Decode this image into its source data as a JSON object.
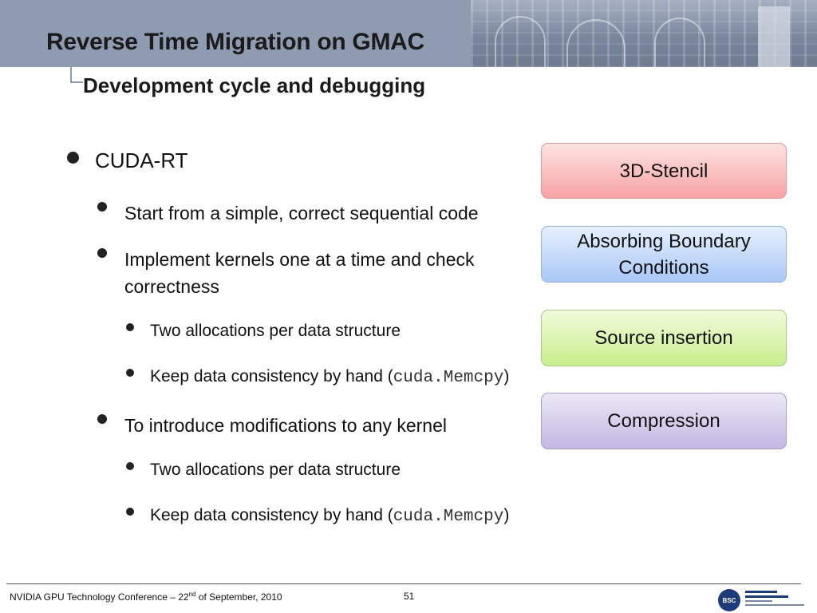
{
  "slide": {
    "title": "Reverse Time Migration on GMAC",
    "subtitle": "Development cycle and debugging"
  },
  "bullets": {
    "main": "CUDA-RT",
    "sub1": "Start from a simple, correct sequential code",
    "sub2_line1": "Implement kernels one at a time and check",
    "sub2_line2": "correctness",
    "sub2_a": "Two allocations per data structure",
    "sub2_b_prefix": "Keep data consistency by hand (",
    "sub2_b_code": "cuda.Memcpy",
    "sub2_b_suffix": ")",
    "sub3": "To introduce modifications to any kernel",
    "sub3_a": "Two allocations per data structure",
    "sub3_b_prefix": "Keep data consistency by hand (",
    "sub3_b_code": "cuda.Memcpy",
    "sub3_b_suffix": ")"
  },
  "boxes": {
    "stencil": "3D-Stencil",
    "absorbing_line1": "Absorbing Boundary",
    "absorbing_line2": "Conditions",
    "source": "Source insertion",
    "compression": "Compression"
  },
  "footer": {
    "conference_prefix": "NVIDIA GPU Technology Conference – 22",
    "conference_sup": "nd",
    "conference_suffix": " of September, 2010",
    "page_number": "51",
    "logo_initials": "BSC"
  },
  "colors": {
    "header_band": "#8f9bb1",
    "box_red": "#f7a3a3",
    "box_blue": "#a9c8f6",
    "box_green": "#c9ee8c",
    "box_purple": "#c3b7e3",
    "logo_blue": "#1d3b79"
  }
}
